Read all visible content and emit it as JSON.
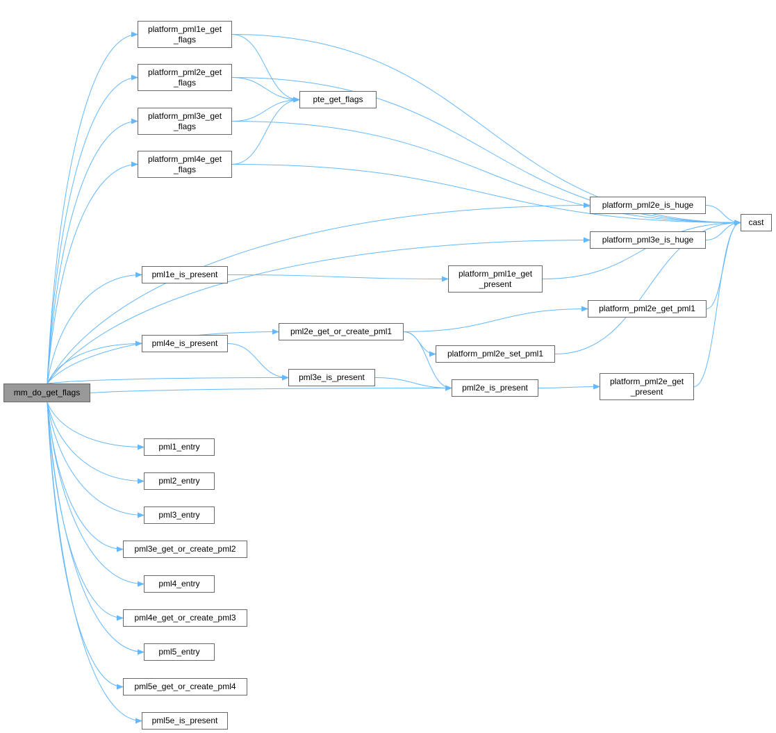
{
  "colors": {
    "edge": "#63b8ff",
    "root_fill": "#999999",
    "node_border": "#666666"
  },
  "nodes": {
    "root": "mm_do_get_flags",
    "p1ef": "platform_pml1e_get\n_flags",
    "p2ef": "platform_pml2e_get\n_flags",
    "p3ef": "platform_pml3e_get\n_flags",
    "p4ef": "platform_pml4e_get\n_flags",
    "pte": "pte_get_flags",
    "p2ih": "platform_pml2e_is_huge",
    "p3ih": "platform_pml3e_is_huge",
    "cast": "cast",
    "pml1e_ip": "pml1e_is_present",
    "p1gp": "platform_pml1e_get\n_present",
    "goc1": "pml2e_get_or_create_pml1",
    "p2gpml1": "platform_pml2e_get_pml1",
    "pml4e_ip": "pml4e_is_present",
    "p2spml1": "platform_pml2e_set_pml1",
    "pml3e_ip": "pml3e_is_present",
    "pml2e_ip": "pml2e_is_present",
    "p2gp": "platform_pml2e_get\n_present",
    "pml1_entry": "pml1_entry",
    "pml2_entry": "pml2_entry",
    "pml3_entry": "pml3_entry",
    "goc2": "pml3e_get_or_create_pml2",
    "pml4_entry": "pml4_entry",
    "goc3": "pml4e_get_or_create_pml3",
    "pml5_entry": "pml5_entry",
    "goc4": "pml5e_get_or_create_pml4",
    "pml5e_ip": "pml5e_is_present"
  },
  "edges": [
    [
      "root",
      "p1ef"
    ],
    [
      "root",
      "p2ef"
    ],
    [
      "root",
      "p3ef"
    ],
    [
      "root",
      "p4ef"
    ],
    [
      "root",
      "p2ih"
    ],
    [
      "root",
      "p3ih"
    ],
    [
      "root",
      "pml1e_ip"
    ],
    [
      "root",
      "goc1"
    ],
    [
      "root",
      "pml4e_ip"
    ],
    [
      "root",
      "pml3e_ip"
    ],
    [
      "root",
      "pml2e_ip"
    ],
    [
      "root",
      "pml1_entry"
    ],
    [
      "root",
      "pml2_entry"
    ],
    [
      "root",
      "pml3_entry"
    ],
    [
      "root",
      "goc2"
    ],
    [
      "root",
      "pml4_entry"
    ],
    [
      "root",
      "goc3"
    ],
    [
      "root",
      "pml5_entry"
    ],
    [
      "root",
      "goc4"
    ],
    [
      "root",
      "pml5e_ip"
    ],
    [
      "p1ef",
      "cast"
    ],
    [
      "p1ef",
      "pte"
    ],
    [
      "p2ef",
      "cast"
    ],
    [
      "p2ef",
      "pte"
    ],
    [
      "p3ef",
      "pte"
    ],
    [
      "p3ef",
      "cast"
    ],
    [
      "p4ef",
      "pte"
    ],
    [
      "p4ef",
      "cast"
    ],
    [
      "p2ih",
      "cast"
    ],
    [
      "p3ih",
      "cast"
    ],
    [
      "pml1e_ip",
      "p1gp"
    ],
    [
      "p1gp",
      "cast"
    ],
    [
      "goc1",
      "p2gpml1"
    ],
    [
      "goc1",
      "p2spml1"
    ],
    [
      "goc1",
      "pml2e_ip"
    ],
    [
      "p2gpml1",
      "cast"
    ],
    [
      "p2spml1",
      "cast"
    ],
    [
      "pml4e_ip",
      "pml3e_ip"
    ],
    [
      "pml3e_ip",
      "pml2e_ip"
    ],
    [
      "pml2e_ip",
      "p2gp"
    ],
    [
      "p2gp",
      "cast"
    ]
  ]
}
